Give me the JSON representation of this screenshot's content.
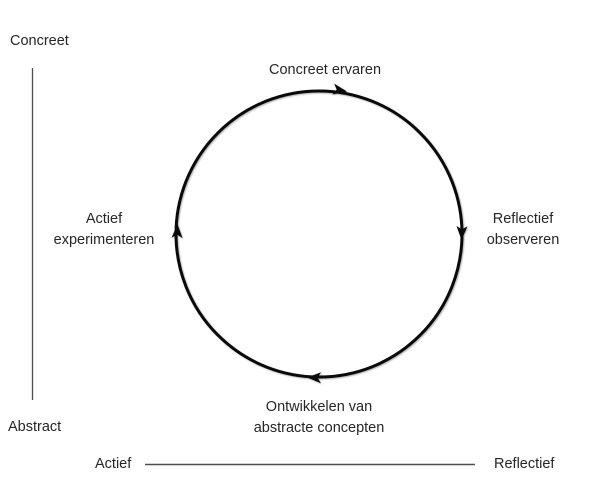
{
  "colors": {
    "text": "#262626",
    "circle": "#0a0a0a",
    "axis_line": "#4f4f4f"
  },
  "vertical_axis": {
    "top_label": "Concreet",
    "bottom_label": "Abstract"
  },
  "horizontal_axis": {
    "left_label": "Actief",
    "right_label": "Reflectief"
  },
  "cycle": {
    "top": {
      "label": "Concreet ervaren"
    },
    "right": {
      "line1": "Reflectief",
      "line2": "observeren"
    },
    "bottom": {
      "line1": "Ontwikkelen van",
      "line2": "abstracte concepten"
    },
    "left": {
      "line1": "Actief",
      "line2": "experimenteren"
    }
  }
}
